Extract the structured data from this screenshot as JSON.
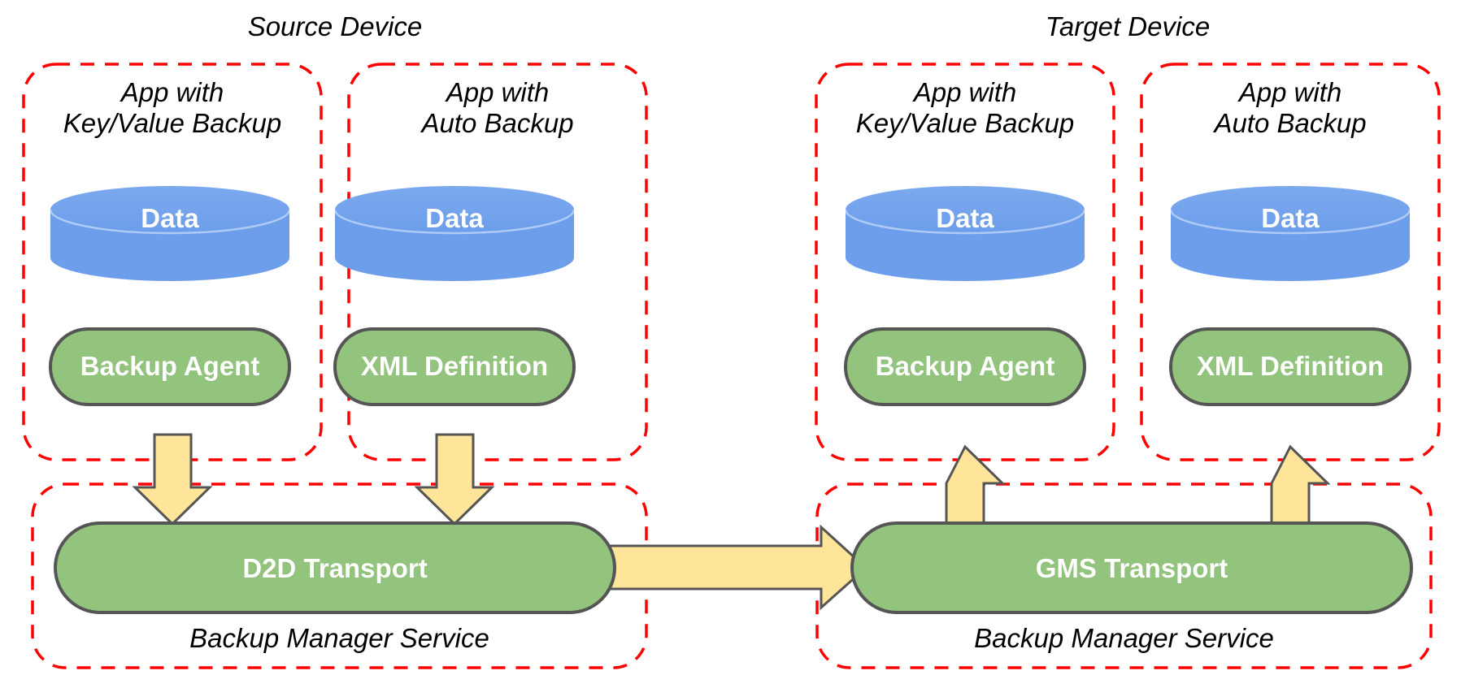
{
  "diagram": {
    "title_left": "Source Device",
    "title_right": "Target Device",
    "colors": {
      "dashed_border": "#ff0000",
      "cylinder_fill": "#6d9eeb",
      "pill_fill": "#93c47d",
      "pill_stroke": "#555555",
      "arrow_fill": "#ffe599",
      "arrow_stroke": "#555555",
      "text_dark": "#000000",
      "text_light": "#ffffff",
      "background": "#ffffff"
    }
  },
  "source_device": {
    "label": "Source Device",
    "apps": [
      {
        "title_line1": "App with",
        "title_line2": "Key/Value Backup",
        "data_label": "Data",
        "component_label": "Backup Agent"
      },
      {
        "title_line1": "App with",
        "title_line2": "Auto Backup",
        "data_label": "Data",
        "component_label": "XML Definition"
      }
    ],
    "service": {
      "caption": "Backup Manager Service",
      "transport_label": "D2D Transport"
    }
  },
  "target_device": {
    "label": "Target Device",
    "apps": [
      {
        "title_line1": "App with",
        "title_line2": "Key/Value Backup",
        "data_label": "Data",
        "component_label": "Backup Agent"
      },
      {
        "title_line1": "App with",
        "title_line2": "Auto Backup",
        "data_label": "Data",
        "component_label": "XML Definition"
      }
    ],
    "service": {
      "caption": "Backup Manager Service",
      "transport_label": "GMS Transport"
    }
  },
  "arrows": [
    {
      "name": "backup-agent-to-d2d",
      "direction": "down"
    },
    {
      "name": "xml-definition-to-d2d",
      "direction": "down"
    },
    {
      "name": "d2d-to-gms",
      "direction": "right"
    },
    {
      "name": "gms-to-backup-agent",
      "direction": "up"
    },
    {
      "name": "gms-to-xml-definition",
      "direction": "up"
    }
  ]
}
